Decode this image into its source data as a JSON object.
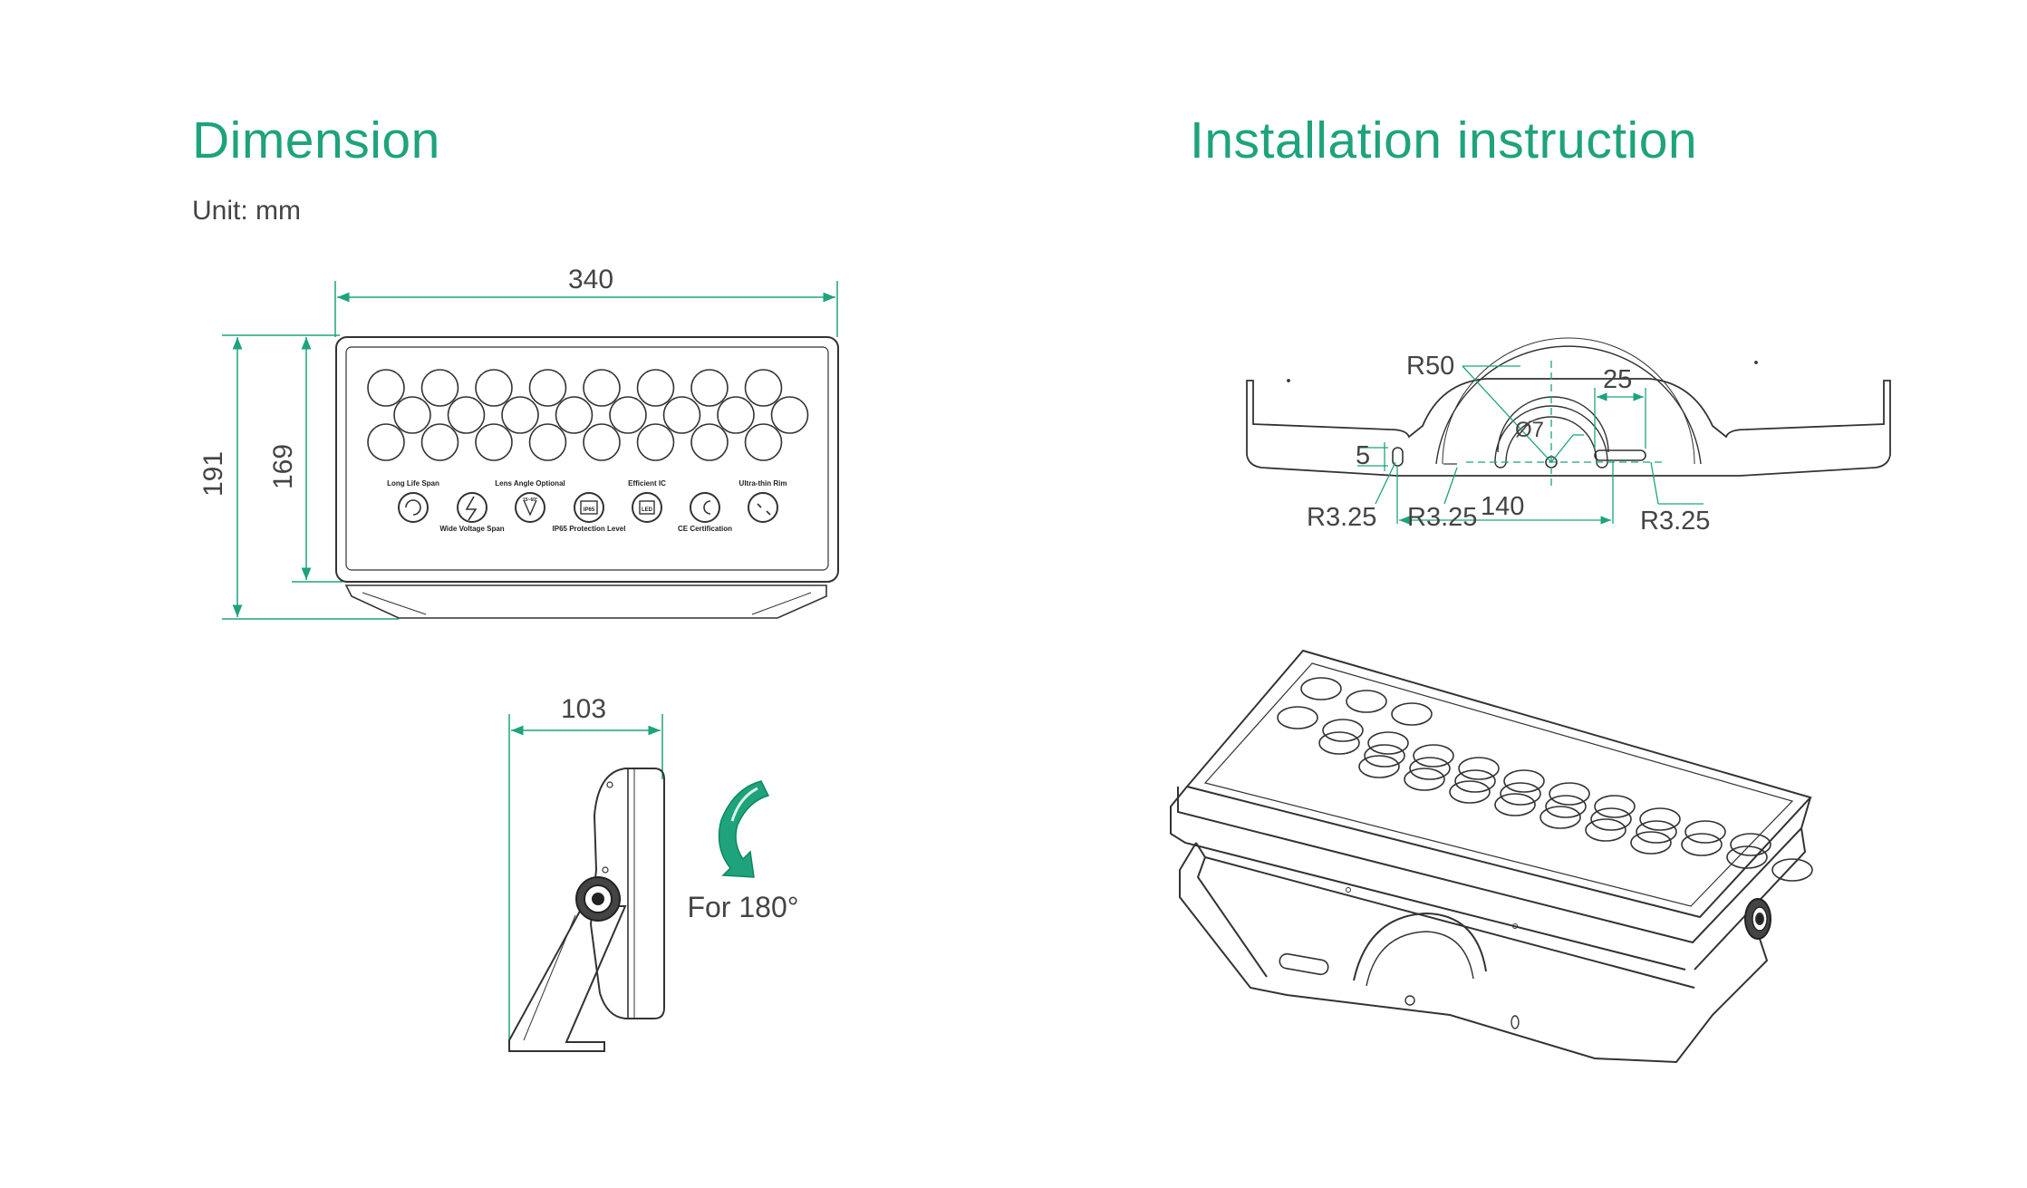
{
  "headings": {
    "dimension": "Dimension",
    "installation": "Installation instruction",
    "unit": "Unit: mm"
  },
  "front_view": {
    "width": "340",
    "height_total": "191",
    "height_body": "169",
    "features_top": [
      "Long Life Span",
      "Lens Angle Optional",
      "Efficient  IC",
      "Ultra-thin Rim"
    ],
    "features_bottom": [
      "Wide Voltage Span",
      "IP65 Protection Level",
      "CE Certification"
    ],
    "icon_text": {
      "angle": "15~60°",
      "ip": "IP65",
      "ic": "LED"
    }
  },
  "side_view": {
    "depth": "103",
    "rotation_note": "For 180°"
  },
  "bracket": {
    "radius_arc": "R50",
    "hole_dia": "Ø7",
    "slot_length": "25",
    "slot_width": "5",
    "hole_spacing": "140",
    "slot_radius_left": "R3.25",
    "slot_radius_mid": "R3.25",
    "slot_radius_right": "R3.25"
  },
  "colors": {
    "accent": "#1ea37c",
    "line": "#333333",
    "dim": "#1ea37c"
  }
}
